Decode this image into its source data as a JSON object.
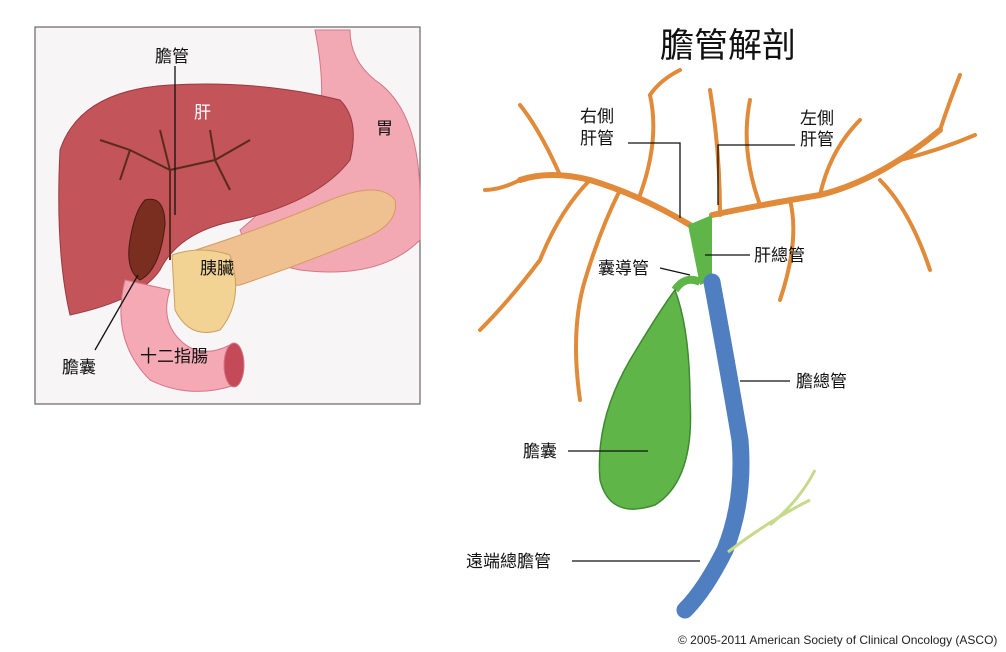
{
  "left_panel": {
    "labels": {
      "bile_duct": "膽管",
      "liver": "肝",
      "stomach": "胃",
      "pancreas": "胰臟",
      "gallbladder": "膽囊",
      "duodenum": "十二指腸"
    }
  },
  "right_panel": {
    "title": "膽管解剖",
    "labels": {
      "right_hepatic_1": "右側",
      "right_hepatic_2": "肝管",
      "left_hepatic_1": "左側",
      "left_hepatic_2": "肝管",
      "common_hepatic": "肝總管",
      "cystic_duct": "囊導管",
      "common_bile_duct": "膽總管",
      "gallbladder": "膽囊",
      "distal_cbd": "遠端總膽管"
    }
  },
  "copyright": "© 2005-2011 American Society of Clinical Oncology (ASCO)",
  "colors": {
    "hepatic_ducts": "#e08a3a",
    "bile_green": "#5fb548",
    "cbd_blue": "#4f7fc0",
    "liver": "#c2545a"
  }
}
